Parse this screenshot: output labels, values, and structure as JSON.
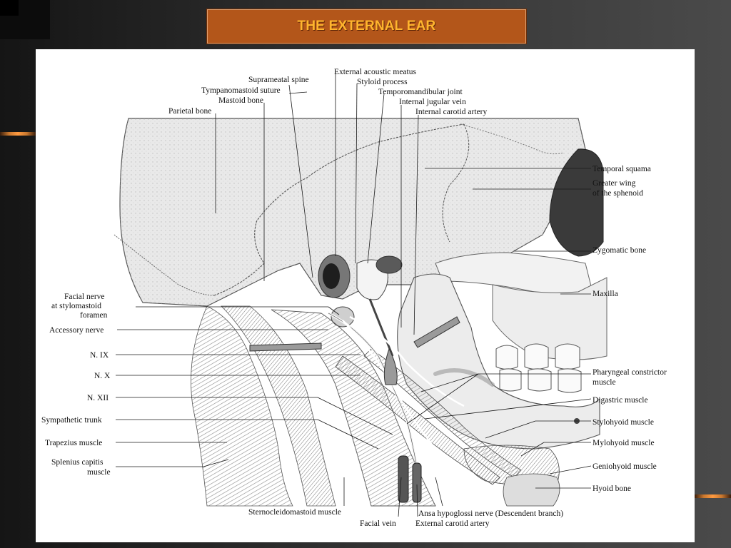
{
  "slide": {
    "title": "THE EXTERNAL EAR"
  },
  "colors": {
    "background": "#2e2e2e",
    "title_fill": "#b3561a",
    "title_text": "#ffb52e",
    "accent_stripe": "#ff9a40",
    "panel": "#ffffff"
  },
  "diagram": {
    "labels": {
      "suprameatal_spine": "Suprameatal spine",
      "external_acoustic_meatus": "External acoustic meatus",
      "tympanomastoid_suture": "Tympanomastoid suture",
      "styloid_process": "Styloid process",
      "mastoid_bone": "Mastoid bone",
      "temporomandibular_joint": "Temporomandibular joint",
      "parietal_bone": "Parietal bone",
      "internal_jugular_vein": "Internal jugular vein",
      "internal_carotid_artery": "Internal carotid artery",
      "temporal_squama": "Temporal squama",
      "greater_wing_1": "Greater wing",
      "greater_wing_2": "of the sphenoid",
      "zygomatic_bone": "Zygomatic bone",
      "maxilla": "Maxilla",
      "facial_nerve_1": "Facial nerve",
      "facial_nerve_2": "at stylomastoid",
      "facial_nerve_3": "foramen",
      "accessory_nerve": "Accessory nerve",
      "n_ix": "N. IX",
      "n_x": "N. X",
      "n_xii": "N. XII",
      "sympathetic_trunk": "Sympathetic trunk",
      "trapezius_muscle": "Trapezius muscle",
      "splenius_1": "Splenius capitis",
      "splenius_2": "muscle",
      "pharyngeal_1": "Pharyngeal constrictor",
      "pharyngeal_2": "muscle",
      "digastric_muscle": "Digastric muscle",
      "stylohyoid_muscle": "Stylohyoid muscle",
      "mylohyoid_muscle": "Mylohyoid muscle",
      "geniohyoid_muscle": "Geniohyoid muscle",
      "hyoid_bone": "Hyoid bone",
      "sternocleidomastoid_muscle": "Sternocleidomastoid muscle",
      "facial_vein": "Facial vein",
      "ansa_hypoglossi": "Ansa hypoglossi nerve (Descendent branch)",
      "external_carotid_artery": "External carotid artery"
    }
  }
}
